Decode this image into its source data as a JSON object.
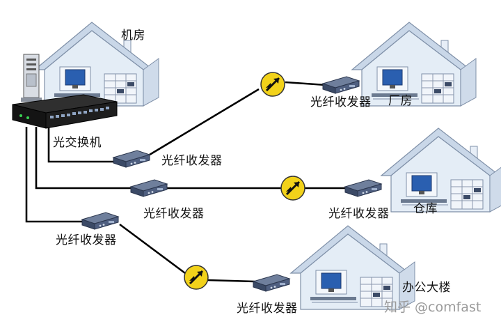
{
  "labels": {
    "server_room": "机房",
    "optical_switch": "光交换机",
    "factory": "厂房",
    "warehouse": "仓库",
    "office_building": "办公大楼",
    "transceiver": "光纤收发器"
  },
  "watermark": "知乎 @comfast",
  "colors": {
    "house_wall": "#dfe9f4",
    "house_roof": "#c9d7e8",
    "house_outline": "#7f90a8",
    "monitor_screen": "#2a5fb0",
    "switch_body": "#1a1a1a",
    "transceiver_body": "#3b4a66",
    "splice_fill": "#f2d21a",
    "cable": "#000000"
  },
  "icons": [
    "house-icon",
    "computer-tower-icon",
    "optical-switch-icon",
    "transceiver-icon",
    "fiber-splice-icon"
  ]
}
